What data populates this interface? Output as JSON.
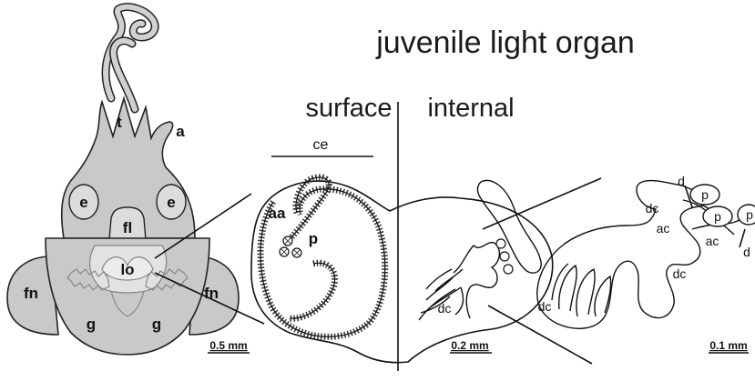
{
  "title": "juvenile light organ",
  "panels": {
    "surface": "surface",
    "internal": "internal"
  },
  "labels": {
    "t": "t",
    "a": "a",
    "e_left": "e",
    "e_right": "e",
    "fl": "fl",
    "lo": "lo",
    "fn_left": "fn",
    "fn_right": "fn",
    "g_left": "g",
    "g_right": "g",
    "ce": "ce",
    "aa": "aa",
    "p_surface": "p",
    "dc_internal": "dc",
    "d_top": "d",
    "d_right": "d",
    "p1": "p",
    "p2": "p",
    "p3": "p",
    "dc_top": "dc",
    "ac_top": "ac",
    "ac_right": "ac",
    "dc_right": "dc",
    "dc_zoom_left": "dc"
  },
  "scale_bars": {
    "squid": "0.5 mm",
    "internal": "0.2 mm",
    "zoom": "0.1 mm"
  },
  "colors": {
    "body_fill": "#c9c9c9",
    "stroke": "#111111"
  }
}
